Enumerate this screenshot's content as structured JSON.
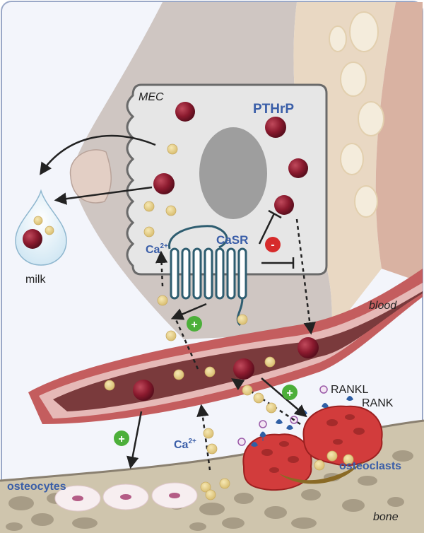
{
  "labels": {
    "mec": "MEC",
    "pthrp": "PTHrP",
    "casr": "CaSR",
    "ca_cell": "Ca",
    "ca_cell_sup": "2+",
    "ca_bone": "Ca",
    "ca_bone_sup": "2+",
    "milk": "milk",
    "blood": "blood",
    "rankl": "RANKL",
    "rank": "RANK",
    "osteoclasts": "osteoclasts",
    "osteocytes": "osteocytes",
    "bone": "bone"
  },
  "signs": {
    "inhibit": "-",
    "stimulate_1": "+",
    "stimulate_2": "+",
    "stimulate_3": "+"
  },
  "colors": {
    "pthrp_ball": "#8b1a2e",
    "calcium": "#e6cf8c",
    "receptor": "#2e5d70",
    "label_blue": "#3a5ea8",
    "cell_fill": "#e6e6e6",
    "vessel": "#c45d5e",
    "osteoclast": "#d23c3c",
    "bone": "#cfc5ad",
    "plus_sign": "#4caf3a",
    "minus_sign": "#d62b2b"
  }
}
